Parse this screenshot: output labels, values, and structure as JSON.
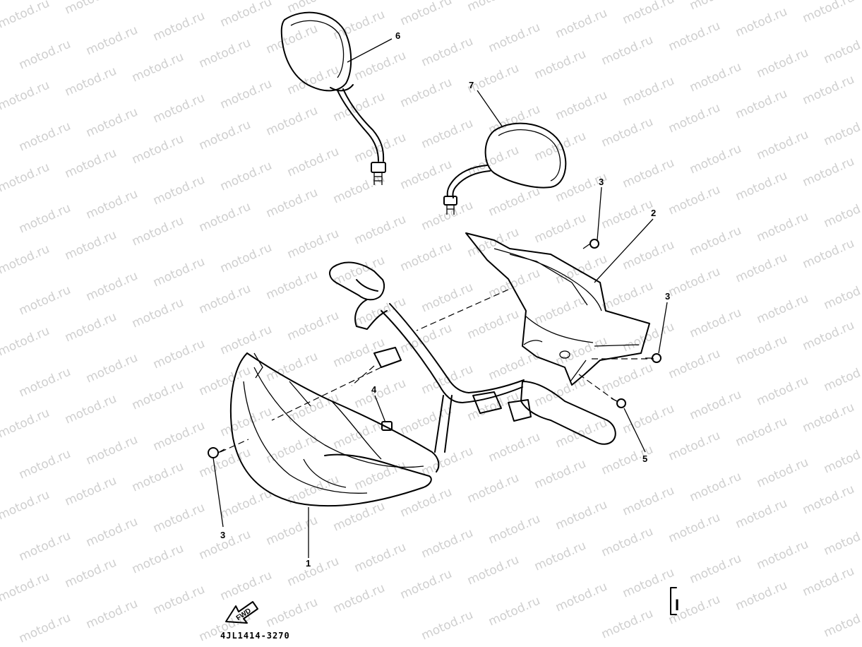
{
  "watermark": {
    "text": "motod.ru"
  },
  "callouts": {
    "c1": "1",
    "c2": "2",
    "c3a": "3",
    "c3b": "3",
    "c3c": "3",
    "c4": "4",
    "c5": "5",
    "c6": "6",
    "c7": "7"
  },
  "diagram_code": "4JL1414-3270",
  "fwd_label": "FWD",
  "page_marker": "I",
  "colors": {
    "line": "#000000",
    "watermark": "#cfcfcf",
    "background": "#ffffff"
  }
}
